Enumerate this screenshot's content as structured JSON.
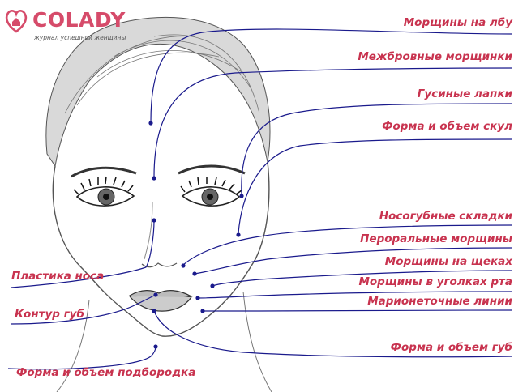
{
  "logo": {
    "brand": "COLADY",
    "tagline": "журнал успешной женщины"
  },
  "labels": {
    "forehead": "Морщины на лбу",
    "glabella": "Межбровные морщинки",
    "crows_feet": "Гусиные лапки",
    "cheekbones": "Форма и объем скул",
    "nasolabial": "Носогубные складки",
    "perioral": "Пероральные морщины",
    "cheek_wrinkles": "Морщины на щеках",
    "mouth_corners": "Морщины в уголках рта",
    "marionette": "Марионеточные линии",
    "lip_volume": "Форма и объем губ",
    "nose": "Пластика носа",
    "lip_contour": "Контур губ",
    "chin": "Форма и объем подбородка"
  },
  "colors": {
    "label": "#c8334f",
    "leader_line": "#1a1a8c",
    "brand": "#d64b6a",
    "sketch": "#444444"
  }
}
